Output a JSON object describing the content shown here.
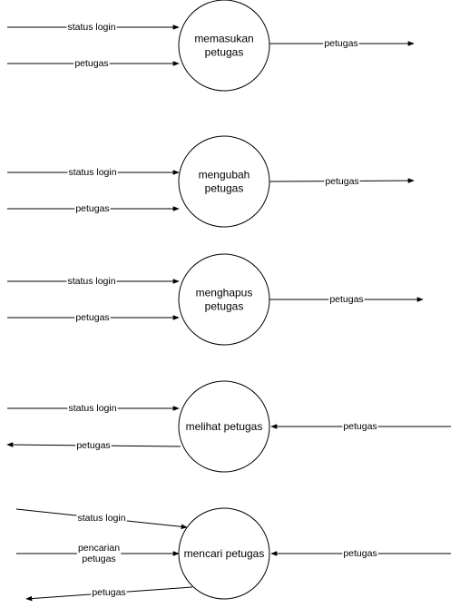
{
  "processes": [
    {
      "label": [
        "memasukan",
        "petugas"
      ]
    },
    {
      "label": [
        "mengubah",
        "petugas"
      ]
    },
    {
      "label": [
        "menghapus",
        "petugas"
      ]
    },
    {
      "label": [
        "melihat petugas"
      ]
    },
    {
      "label": [
        "mencari petugas"
      ]
    }
  ],
  "flows": [
    {
      "label": [
        "status  login"
      ],
      "from": "external",
      "to": "memasukan petugas"
    },
    {
      "label": [
        "petugas"
      ],
      "from": "external",
      "to": "memasukan petugas"
    },
    {
      "label": [
        "petugas"
      ],
      "from": "memasukan petugas",
      "to": "external"
    },
    {
      "label": [
        "status login"
      ],
      "from": "external",
      "to": "mengubah petugas"
    },
    {
      "label": [
        "petugas"
      ],
      "from": "external",
      "to": "mengubah petugas"
    },
    {
      "label": [
        "petugas"
      ],
      "from": "mengubah petugas",
      "to": "external"
    },
    {
      "label": [
        "status login"
      ],
      "from": "external",
      "to": "menghapus petugas"
    },
    {
      "label": [
        "petugas"
      ],
      "from": "external",
      "to": "menghapus petugas"
    },
    {
      "label": [
        "petugas"
      ],
      "from": "menghapus petugas",
      "to": "external"
    },
    {
      "label": [
        "status login"
      ],
      "from": "external",
      "to": "melihat petugas"
    },
    {
      "label": [
        "petugas"
      ],
      "from": "melihat petugas",
      "to": "external"
    },
    {
      "label": [
        "petugas"
      ],
      "from": "external",
      "to": "melihat petugas"
    },
    {
      "label": [
        "status login"
      ],
      "from": "external",
      "to": "mencari petugas"
    },
    {
      "label": [
        "pencarian",
        "petugas"
      ],
      "from": "external",
      "to": "mencari petugas"
    },
    {
      "label": [
        "petugas"
      ],
      "from": "external",
      "to": "mencari petugas"
    },
    {
      "label": [
        "petugas"
      ],
      "from": "mencari petugas",
      "to": "external"
    }
  ]
}
